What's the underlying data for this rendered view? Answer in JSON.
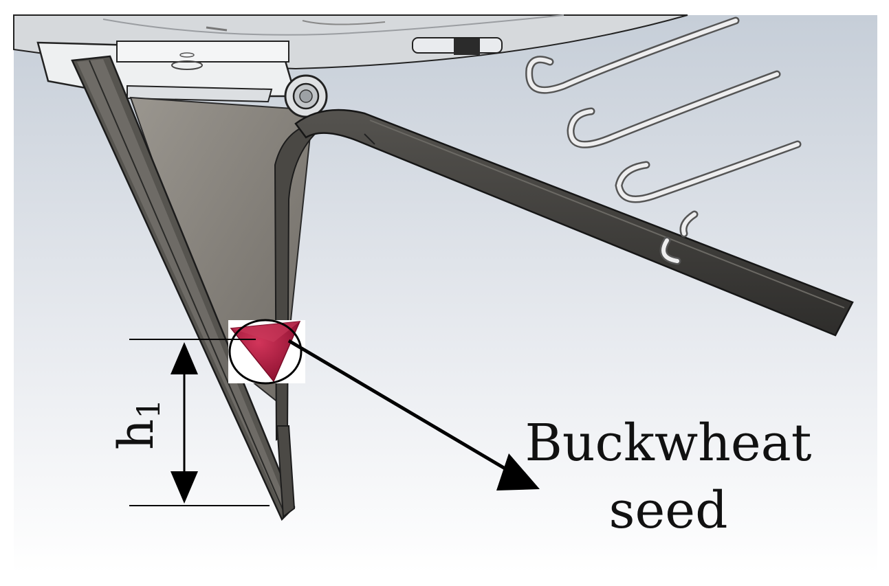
{
  "figure": {
    "dimension_label": "h",
    "dimension_subscript": "1",
    "callout_line1": "Buckwheat",
    "callout_line2": "seed"
  },
  "colors": {
    "background_top": "#c9d0d9",
    "background_bottom": "#ffffff",
    "bracket_dark": "#3a3936",
    "bracket_gray": "#8a8680",
    "disc_light": "#e4e6e8",
    "spring_wire": "#eeeeef",
    "seed": "#a8183a",
    "annotation": "#000000"
  }
}
